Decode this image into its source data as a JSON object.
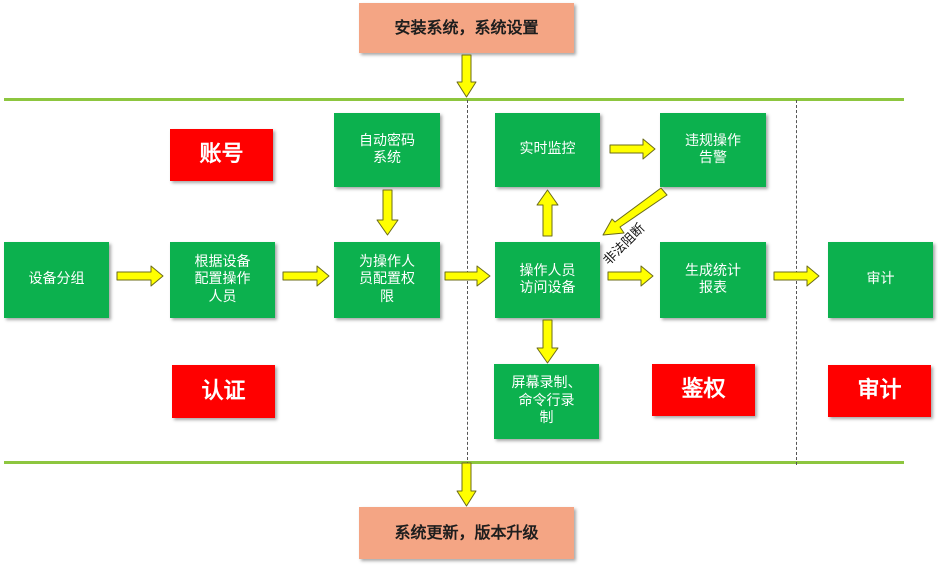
{
  "top_box": "安装系统，系统设置",
  "bottom_box": "系统更新，版本升级",
  "categories": {
    "account": "账号",
    "auth": "认证",
    "authorization": "鉴权",
    "audit": "审计"
  },
  "steps": {
    "group": "设备分组",
    "config_operator": "根据设备\n配置操作\n人员",
    "auto_password": "自动密码\n系统",
    "assign_perm": "为操作人\n员配置权\n限",
    "access": "操作人员\n访问设备",
    "monitor": "实时监控",
    "violation": "违规操作\n告警",
    "report": "生成统计\n报表",
    "audit_box": "审计",
    "record": "屏幕录制、\n命令行录\n制"
  },
  "block_label": "非法阻断",
  "colors": {
    "step_green": "#0cb14e",
    "header_peach": "#f4a584",
    "category_red": "#ff0000",
    "arrow_yellow": "#ffff00",
    "band_line": "#8dc63f"
  }
}
